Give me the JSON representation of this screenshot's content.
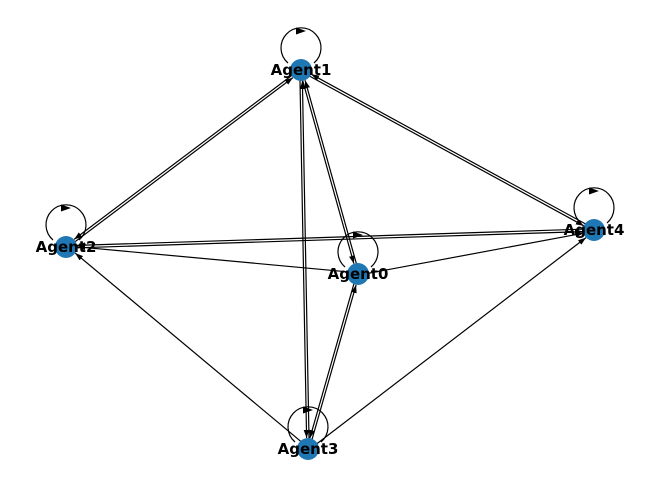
{
  "diagram": {
    "type": "directed-graph",
    "node_color": "#1f77b4",
    "edge_color": "#000000",
    "nodes": [
      {
        "id": "Agent0",
        "label": "Agent0"
      },
      {
        "id": "Agent1",
        "label": "Agent1"
      },
      {
        "id": "Agent2",
        "label": "Agent2"
      },
      {
        "id": "Agent3",
        "label": "Agent3"
      },
      {
        "id": "Agent4",
        "label": "Agent4"
      }
    ],
    "edges": [
      {
        "source": "Agent0",
        "target": "Agent0"
      },
      {
        "source": "Agent0",
        "target": "Agent1"
      },
      {
        "source": "Agent0",
        "target": "Agent2"
      },
      {
        "source": "Agent0",
        "target": "Agent3"
      },
      {
        "source": "Agent0",
        "target": "Agent4"
      },
      {
        "source": "Agent1",
        "target": "Agent1"
      },
      {
        "source": "Agent1",
        "target": "Agent0"
      },
      {
        "source": "Agent1",
        "target": "Agent2"
      },
      {
        "source": "Agent1",
        "target": "Agent3"
      },
      {
        "source": "Agent1",
        "target": "Agent4"
      },
      {
        "source": "Agent2",
        "target": "Agent2"
      },
      {
        "source": "Agent2",
        "target": "Agent1"
      },
      {
        "source": "Agent2",
        "target": "Agent4"
      },
      {
        "source": "Agent3",
        "target": "Agent3"
      },
      {
        "source": "Agent3",
        "target": "Agent0"
      },
      {
        "source": "Agent3",
        "target": "Agent1"
      },
      {
        "source": "Agent3",
        "target": "Agent2"
      },
      {
        "source": "Agent3",
        "target": "Agent4"
      },
      {
        "source": "Agent4",
        "target": "Agent4"
      },
      {
        "source": "Agent4",
        "target": "Agent1"
      },
      {
        "source": "Agent4",
        "target": "Agent2"
      }
    ]
  }
}
